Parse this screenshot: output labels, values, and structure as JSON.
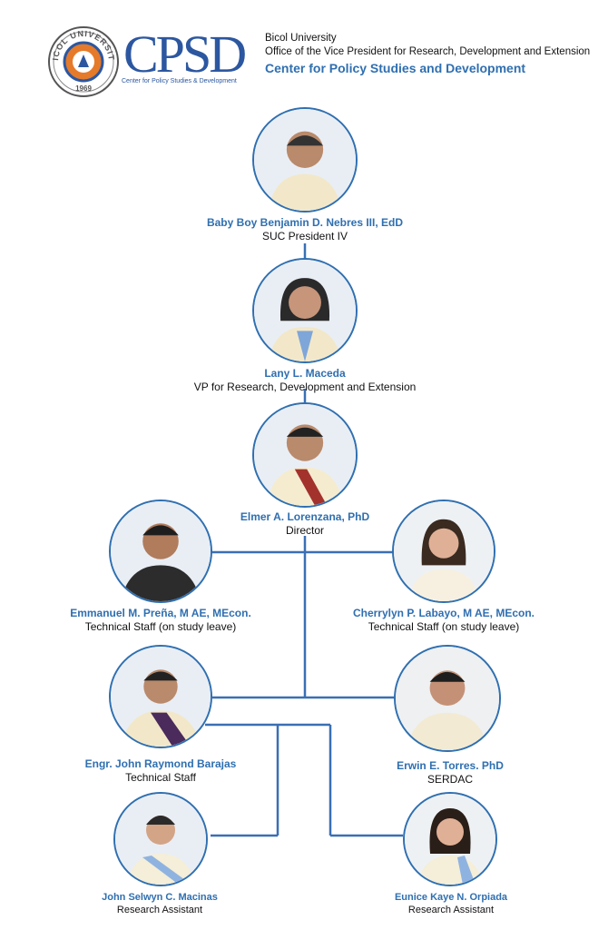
{
  "header": {
    "seal_text": "BICOL UNIVERSITY",
    "seal_year": "1969",
    "logo_text": "CPSD",
    "logo_subtitle": "Center for Policy Studies & Development",
    "line1": "Bicol University",
    "line2": "Office of the Vice President for Research, Development and Extension",
    "line3": "Center for Policy Studies and Development"
  },
  "colors": {
    "accent": "#2f6fb0",
    "logo": "#2c57a0",
    "line": "#3a6fb5"
  },
  "people": [
    {
      "name": "Baby Boy Benjamin D. Nebres III, EdD",
      "role": "SUC President IV"
    },
    {
      "name": "Lany L. Maceda",
      "role": "VP for Research, Development and Extension"
    },
    {
      "name": "Elmer A. Lorenzana, PhD",
      "role": "Director"
    },
    {
      "name": "Emmanuel M. Preña, M AE, MEcon.",
      "role": "Technical Staff (on study leave)"
    },
    {
      "name": "Cherrylyn P. Labayo, M AE, MEcon.",
      "role": "Technical Staff (on study leave)"
    },
    {
      "name": "Engr. John Raymond Barajas",
      "role": "Technical Staff"
    },
    {
      "name": "Erwin E. Torres. PhD",
      "role": "SERDAC"
    },
    {
      "name": "John Selwyn C. Macinas",
      "role": "Research Assistant"
    },
    {
      "name": "Eunice Kaye N. Orpiada",
      "role": "Research Assistant"
    }
  ]
}
